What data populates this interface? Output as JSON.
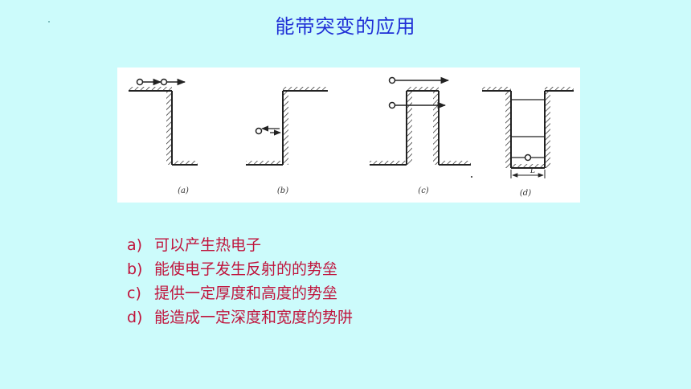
{
  "title": "能带突变的应用",
  "figure": {
    "labels": [
      "(a)",
      "(b)",
      "(c)",
      "(d)"
    ],
    "width_label": "L"
  },
  "items": [
    {
      "marker": "a)",
      "text": "可以产生热电子"
    },
    {
      "marker": "b)",
      "text": "能使电子发生反射的的势垒"
    },
    {
      "marker": "c)",
      "text": "提供一定厚度和高度的势垒"
    },
    {
      "marker": "d)",
      "text": "能造成一定深度和宽度的势阱"
    }
  ]
}
